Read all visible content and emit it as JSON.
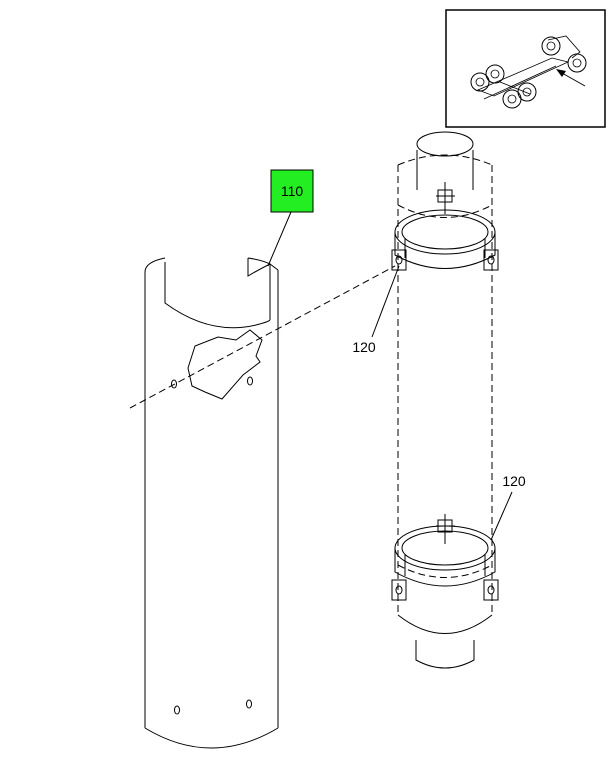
{
  "callouts": {
    "shield": {
      "label": "110",
      "highlight_color": "#22ee22"
    },
    "clamp_upper": {
      "label": "120"
    },
    "clamp_lower": {
      "label": "120"
    }
  },
  "colors": {
    "line": "#000000",
    "background": "#ffffff",
    "highlight": "#22ee22"
  }
}
